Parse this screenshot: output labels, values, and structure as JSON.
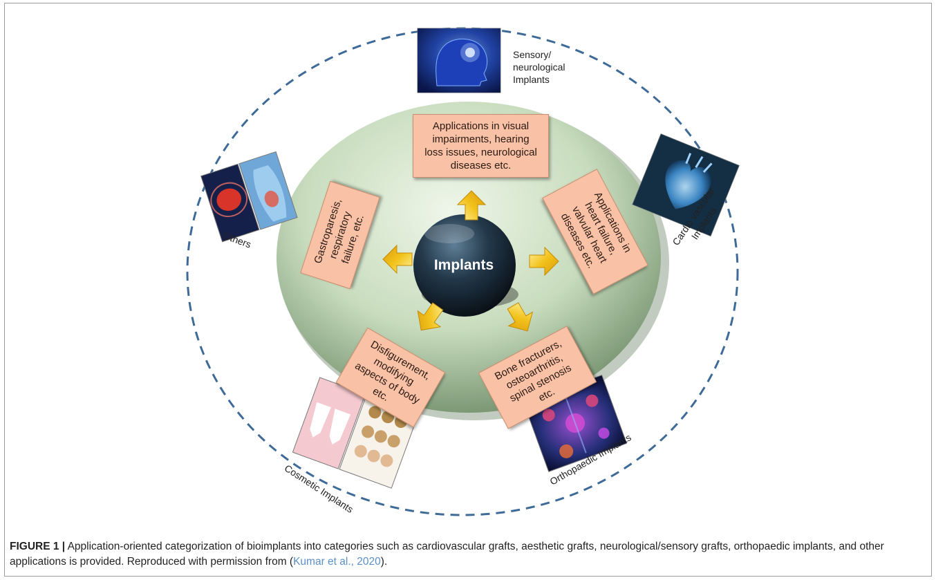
{
  "figure": {
    "center": "Implants",
    "applications": [
      {
        "id": "sensory",
        "lines": [
          "Applications in visual",
          "impairments, hearing",
          "loss issues, neurological",
          "diseases etc."
        ]
      },
      {
        "id": "cardio",
        "lines": [
          "Applications in",
          "heart failure,",
          "valvular heart",
          "diseases etc."
        ]
      },
      {
        "id": "ortho",
        "lines": [
          "Bone fracturers,",
          "osteoarthritis,",
          "spinal stenosis",
          "etc."
        ]
      },
      {
        "id": "cosmetic",
        "lines": [
          "Disfigurement,",
          "modifying",
          "aspects of body",
          "etc."
        ]
      },
      {
        "id": "others",
        "lines": [
          "Gastroparesis,",
          "respiratory",
          "failure, etc."
        ]
      }
    ],
    "categories": {
      "sensory": [
        "Sensory/",
        "neurological",
        "Implants"
      ],
      "cardio": [
        "Cardio vascular",
        "Implants"
      ],
      "ortho": "Orthopaedic Implants",
      "cosmetic": "Cosmetic Implants",
      "others": "Others"
    },
    "colors": {
      "dashed_circle": "#3d6a96",
      "disc_light": "#d7ead0",
      "disc_dark": "#6f8f6a",
      "box_fill": "#f9c2a6",
      "arrow": "#f2c21b",
      "center_sphere": "#1b2c3a"
    }
  },
  "caption": {
    "label": "FIGURE 1 |",
    "text": " Application-oriented categorization of bioimplants into categories such as cardiovascular grafts, aesthetic grafts, neurological/sensory grafts, orthopaedic implants, and other applications is provided. Reproduced with permission from (",
    "ref": "Kumar et al., 2020",
    "end": ")."
  }
}
